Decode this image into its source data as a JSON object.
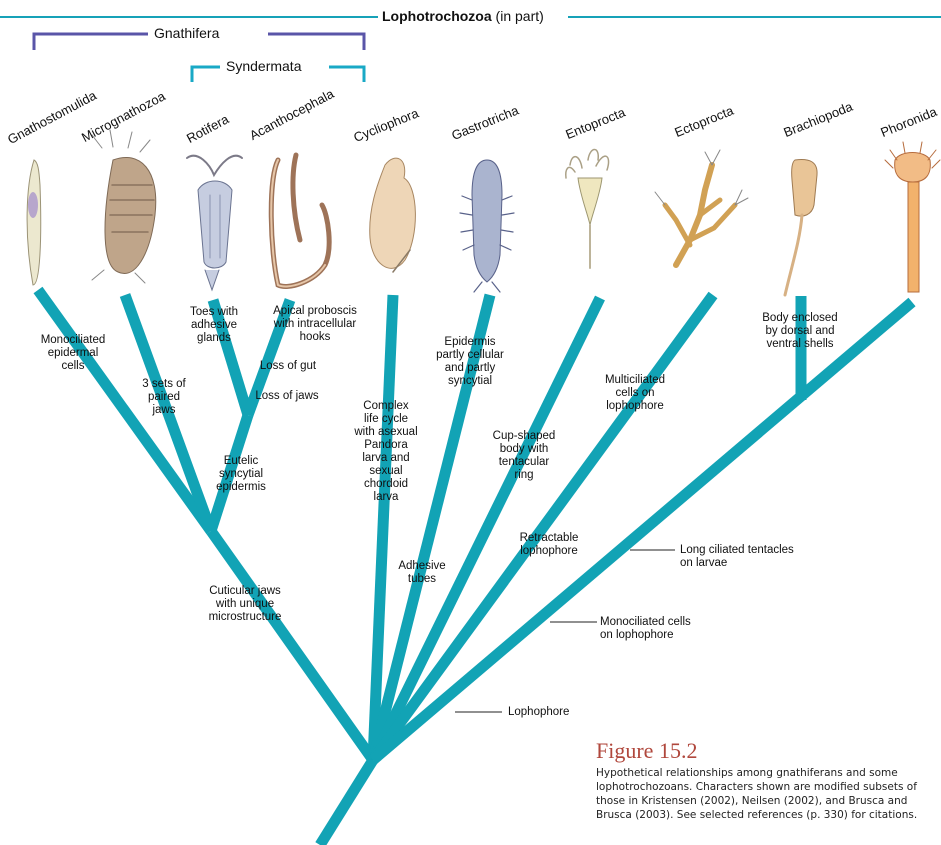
{
  "header": {
    "lophotrochozoa_main": "Lophotrochozoa",
    "lophotrochozoa_sub": "(in part)",
    "gnathifera": "Gnathifera",
    "syndermata": "Syndermata"
  },
  "taxa": [
    "Gnathostomulida",
    "Micrognathozoa",
    "Rotifera",
    "Acanthocephala",
    "Cycliophora",
    "Gastrotricha",
    "Entoprocta",
    "Ectoprocta",
    "Brachiopoda",
    "Phoronida"
  ],
  "characters": {
    "monociliated_epidermal": "Monociliated\nepidermal\ncells",
    "three_sets_jaws": "3 sets of\npaired\njaws",
    "toes_adhesive": "Toes with\nadhesive\nglands",
    "apical_proboscis": "Apical proboscis\nwith intracellular\nhooks",
    "loss_gut": "Loss of gut",
    "loss_jaws": "Loss of jaws",
    "eutelic": "Eutelic\nsyncytial\nepidermis",
    "cuticular_jaws": "Cuticular jaws\nwith unique\nmicrostructure",
    "complex_life_cycle": "Complex\nlife cycle\nwith asexual\nPandora\nlarva and\nsexual\nchordoid\nlarva",
    "adhesive_tubes": "Adhesive\ntubes",
    "epidermis_partly": "Epidermis\npartly cellular\nand partly\nsyncytial",
    "cup_shaped": "Cup-shaped\nbody with\ntentacular\nring",
    "retractable_lophophore": "Retractable\nlophophore",
    "multiciliated": "Multiciliated\ncells on\nlophophore",
    "body_enclosed": "Body enclosed\nby dorsal and\nventral shells",
    "long_ciliated": "Long ciliated tentacles\non larvae",
    "monociliated_lophophore": "Monociliated cells\non lophophore",
    "lophophore": "Lophophore"
  },
  "figure": {
    "title": "Figure 15.2",
    "caption": "Hypothetical relationships among gnathiferans and some lophotrochozoans. Characters shown are modified subsets of those in Kristensen (2002), Neilsen (2002), and Brusca and Brusca (2003). See selected references (p. 330) for citations."
  },
  "colors": {
    "branch": "#12a3b5",
    "gnathifera_bracket": "#5a55a8",
    "syndermata_bracket": "#19a9c6",
    "caption_title": "#b0473c"
  }
}
